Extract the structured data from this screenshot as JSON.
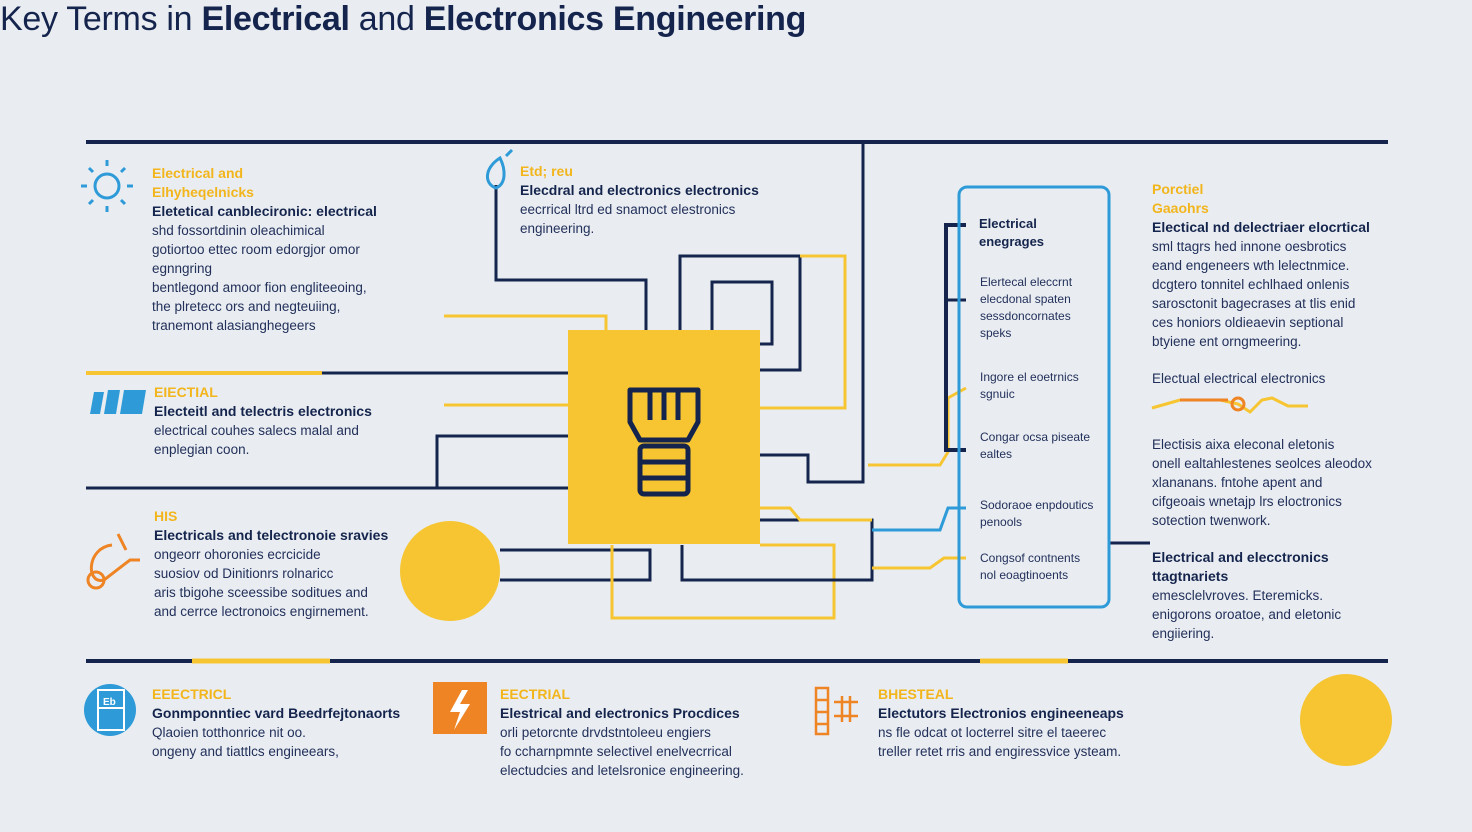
{
  "title": {
    "prefix": "Key Terms in ",
    "bold1": "Electrical",
    "mid": " and ",
    "bold2": "Electronics Engineering"
  },
  "left_blocks": [
    {
      "heading": "Electrical and\nElhyheqelnicks",
      "subheading": "Eletetical canblecironic: electrical",
      "body": "shd fossortdinin oleachimical\ngotiortoo ettec room edorgjor omor\negnngring\nbentlegond amoor fion engliteeoing,\nthe plretecc ors and negteuiing,\ntranemont alasianghegeers"
    },
    {
      "heading": "EIECTIAL",
      "subheading": "Electeitl and telectris electronics",
      "body": "electrical couhes salecs malal and\nenplegian coon."
    },
    {
      "heading": "HIS",
      "subheading": "Electricals and telectronoie sravies",
      "body": "ongeorr ohoronies ecrcicide\nsuosiov od Dinitionrs rolnaricc\naris tbigohe sceessibe soditues and\nand cerrce lectronoics engirnement."
    }
  ],
  "top_center": {
    "heading": "Etd; reu",
    "subheading": "Elecdral and electronics electronics",
    "body": "eecrrical ltrd ed snamoct elestronics\nengineering."
  },
  "panel": {
    "title": "Electrical\nenegrages",
    "items": [
      "Elertecal eleccrnt\nelecdonal spaten\nsessdoncornates\nspeks",
      "Ingore el eoetrnics\nsgnuic",
      "Congar ocsa piseate\nealtes",
      "Sodoraoe enpdoutics\npenools",
      "Congsof contnents\nnol eoagtinoents"
    ]
  },
  "right_blocks": [
    {
      "heading": "Porctiel\nGaaohrs",
      "subheading": "Electical nd delectriaer elocrtical",
      "body": "sml ttagrs hed innone oesbrotics\neand engeneers wth lelectnmice.\ndcgtero tonnitel echlhaed onlenis\nsarosctonit bagecrases at tlis enid\nces honiors oldieaevin septional\nbtyiene ent orngmeering."
    },
    {
      "subheading": "Electual electrical electronics"
    },
    {
      "body": "Electisis aixa eleconal eletonis\nonell ealtahlestenes seolces aleodox\nxlananans. fntohe apent and\ncifgeoais wnetajp lrs eloctronics\nsotection twenwork."
    },
    {
      "subheading": "Electrical and elecctronics ttagtnariets",
      "body": "emesclelvroves. Eteremicks.\nenigorons oroatoe, and eletonic\nengiiering."
    }
  ],
  "bottom_blocks": [
    {
      "heading": "EEECTRICL",
      "subheading": "Gonmponntiec vard Beedrfejtonaorts",
      "body": "Qlaoien totthonrice nit oo.\nongeny and tiattlcs engineears,"
    },
    {
      "heading": "EECTRIAL",
      "subheading": "Elestrical and electronics Procdices",
      "body": "orli petorcnte drvdstntoleeu engiers\nfo ccharnpmnte selectivel enelvecrrical\nelectudcies and letelsronice engineering."
    },
    {
      "heading": "BHESTEAL",
      "subheading": "Electutors Electronios engineeneaps",
      "body": "ns fle odcat ot locterrel sitre el taeerec\ntreller retet rris and engiressvice ysteam."
    }
  ],
  "colors": {
    "navy": "#14244c",
    "yellow": "#f6c531",
    "blue": "#2e9bd8",
    "orange": "#ee8424"
  },
  "icons": [
    "sun-icon",
    "lamp-icon",
    "battery-bars-icon",
    "plug-cable-icon",
    "chip-icon",
    "bolt-icon",
    "ladder-icon",
    "bulb-socket-icon",
    "resistor-icon"
  ]
}
